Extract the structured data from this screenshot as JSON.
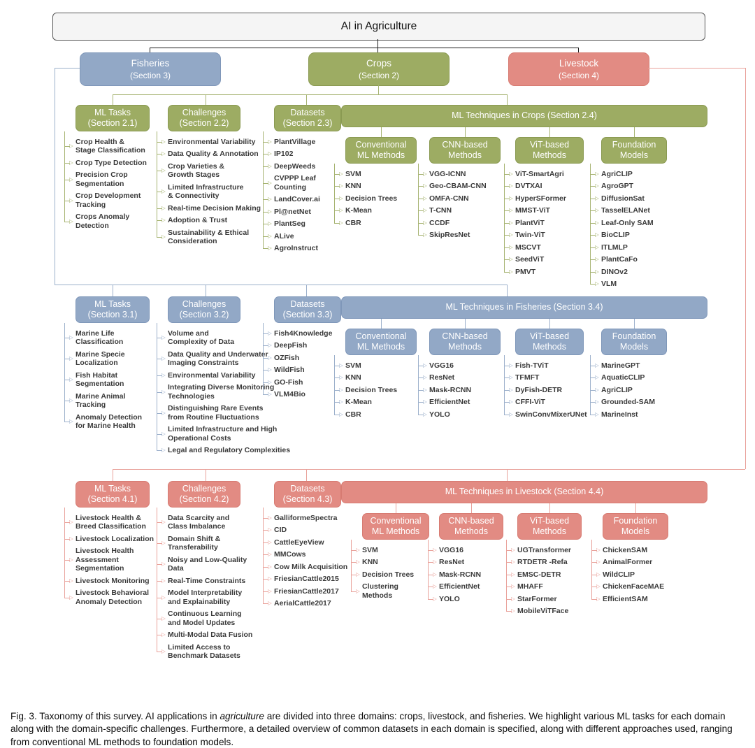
{
  "title": "AI in Agriculture",
  "domains": [
    {
      "label": "Fisheries",
      "section": "(Section 3)"
    },
    {
      "label": "Crops",
      "section": "(Section 2)"
    },
    {
      "label": "Livestock",
      "section": "(Section 4)"
    }
  ],
  "rows": [
    {
      "domain": "Crops",
      "theme": {
        "fill": "#9DAC63",
        "border": "#8A9A52",
        "wire": "#A6B371"
      },
      "groups": [
        {
          "label": "ML Tasks",
          "section": "(Section 2.1)",
          "items": [
            "Crop Health &\nStage Classification",
            "Crop Type Detection",
            "Precision Crop\nSegmentation",
            "Crop Development\nTracking",
            "Crops Anomaly\nDetection"
          ]
        },
        {
          "label": "Challenges",
          "section": "(Section 2.2)",
          "items": [
            "Environmental Variability",
            "Data Quality & Annotation",
            "Crop Varieties &\nGrowth Stages",
            "Limited Infrastructure\n& Connectivity",
            "Real-time Decision Making",
            "Adoption & Trust",
            "Sustainability & Ethical\nConsideration"
          ]
        },
        {
          "label": "Datasets",
          "section": "(Section 2.3)",
          "items": [
            "PlantVillage",
            "IP102",
            "DeepWeeds",
            "CVPPP Leaf\nCounting",
            "LandCover.ai",
            "Pl@netNet",
            "PlantSeg",
            "ALive",
            "AgroInstruct"
          ]
        }
      ],
      "techniques": {
        "title": "ML Techniques in Crops (Section 2.4)",
        "subgroups": [
          {
            "label": "Conventional",
            "label2": "ML Methods",
            "items": [
              "SVM",
              "KNN",
              "Decision Trees",
              "K-Mean",
              "CBR"
            ]
          },
          {
            "label": "CNN-based",
            "label2": "Methods",
            "items": [
              "VGG-ICNN",
              "Geo-CBAM-CNN",
              "OMFA-CNN",
              "T-CNN",
              "CCDF",
              "SkipResNet"
            ]
          },
          {
            "label": "ViT-based",
            "label2": "Methods",
            "items": [
              "ViT-SmartAgri",
              "DVTXAI",
              "HyperSFormer",
              "MMST-ViT",
              "PlantViT",
              "Twin-ViT",
              "MSCVT",
              "SeedViT",
              "PMVT"
            ]
          },
          {
            "label": "Foundation",
            "label2": "Models",
            "items": [
              "AgriCLIP",
              "AgroGPT",
              "DiffusionSat",
              "TasselELANet",
              "Leaf-Only SAM",
              "BioCLIP",
              "ITLMLP",
              "PlantCaFo",
              "DINOv2",
              "VLM"
            ]
          }
        ]
      }
    },
    {
      "domain": "Fisheries",
      "theme": {
        "fill": "#92A8C6",
        "border": "#7F97B9",
        "wire": "#9CB0CB"
      },
      "groups": [
        {
          "label": "ML Tasks",
          "section": "(Section 3.1)",
          "items": [
            "Marine Life\nClassification",
            "Marine Specie\nLocalization",
            "Fish Habitat\nSegmentation",
            "Marine Animal\nTracking",
            "Anomaly Detection\nfor Marine Health"
          ]
        },
        {
          "label": "Challenges",
          "section": "(Section 3.2)",
          "items": [
            "Volume and\nComplexity of Data",
            "Data Quality and Underwater\nImaging Constraints",
            "Environmental Variability",
            "Integrating Diverse Monitoring\nTechnologies",
            "Distinguishing Rare Events\nfrom Routine Fluctuations",
            "Limited Infrastructure and High\nOperational Costs",
            "Legal and Regulatory Complexities"
          ]
        },
        {
          "label": "Datasets",
          "section": "(Section 3.3)",
          "items": [
            "Fish4Knowledge",
            "DeepFish",
            "OZFish",
            "WildFish",
            "GO-Fish",
            "VLM4Bio"
          ]
        }
      ],
      "techniques": {
        "title": "ML Techniques in Fisheries (Section 3.4)",
        "subgroups": [
          {
            "label": "Conventional",
            "label2": "ML Methods",
            "items": [
              "SVM",
              "KNN",
              "Decision Trees",
              "K-Mean",
              "CBR"
            ]
          },
          {
            "label": "CNN-based",
            "label2": "Methods",
            "items": [
              "VGG16",
              "ResNet",
              "Mask-RCNN",
              "EfficientNet",
              "YOLO"
            ]
          },
          {
            "label": "ViT-based",
            "label2": "Methods",
            "items": [
              "Fish-TViT",
              "TFMFT",
              "DyFish-DETR",
              "CFFI-ViT",
              "SwinConvMixerUNet"
            ]
          },
          {
            "label": "Foundation",
            "label2": "Models",
            "items": [
              "MarineGPT",
              "AquaticCLIP",
              "AgriCLIP",
              "Grounded-SAM",
              "MarineInst"
            ]
          }
        ]
      }
    },
    {
      "domain": "Livestock",
      "theme": {
        "fill": "#E28B83",
        "border": "#D77B72",
        "wire": "#E9A29B"
      },
      "groups": [
        {
          "label": "ML Tasks",
          "section": "(Section 4.1)",
          "items": [
            "Livestock Health &\nBreed Classification",
            "Livestock Localization",
            "Livestock Health\nAssessment\nSegmentation",
            "Livestock Monitoring",
            "Livestock Behavioral\nAnomaly Detection"
          ]
        },
        {
          "label": "Challenges",
          "section": "(Section 4.2)",
          "items": [
            "Data Scarcity and\nClass Imbalance",
            "Domain Shift &\nTransferability",
            "Noisy and Low-Quality\nData",
            "Real-Time Constraints",
            "Model Interpretability\nand Explainability",
            "Continuous Learning\nand Model Updates",
            "Multi-Modal Data Fusion",
            "Limited Access to\nBenchmark Datasets"
          ]
        },
        {
          "label": "Datasets",
          "section": "(Section 4.3)",
          "items": [
            "GalliformeSpectra",
            "CID",
            "CattleEyeView",
            "MMCows",
            "Cow Milk Acquisition",
            "FriesianCattle2015",
            "FriesianCattle2017",
            "AerialCattle2017"
          ]
        }
      ],
      "techniques": {
        "title": "ML Techniques in Livestock (Section 4.4)",
        "subgroups": [
          {
            "label": "Conventional",
            "label2": "ML Methods",
            "items": [
              "SVM",
              "KNN",
              "Decision Trees",
              "Clustering\nMethods"
            ]
          },
          {
            "label": "CNN-based",
            "label2": "Methods",
            "items": [
              "VGG16",
              "ResNet",
              "Mask-RCNN",
              "EfficientNet",
              "YOLO"
            ]
          },
          {
            "label": "ViT-based",
            "label2": "Methods",
            "items": [
              "UGTransformer",
              "RTDETR -Refa",
              "EMSC-DETR",
              "MHAFF",
              "StarFormer",
              "MobileViTFace"
            ]
          },
          {
            "label": "Foundation",
            "label2": "Models",
            "items": [
              "ChickenSAM",
              "AnimalFormer",
              "WildCLIP",
              "ChickenFaceMAE",
              "EfficientSAM"
            ]
          }
        ]
      }
    }
  ],
  "caption": {
    "prefix": "Fig. 3. Taxonomy of this survey. AI applications in ",
    "italic": "agriculture",
    "suffix": " are divided into three domains: crops, livestock, and fisheries. We highlight various ML tasks for each domain along with the domain-specific challenges. Furthermore, a detailed overview of common datasets in each domain is specified, along with different approaches used, ranging from conventional ML methods to foundation models."
  }
}
